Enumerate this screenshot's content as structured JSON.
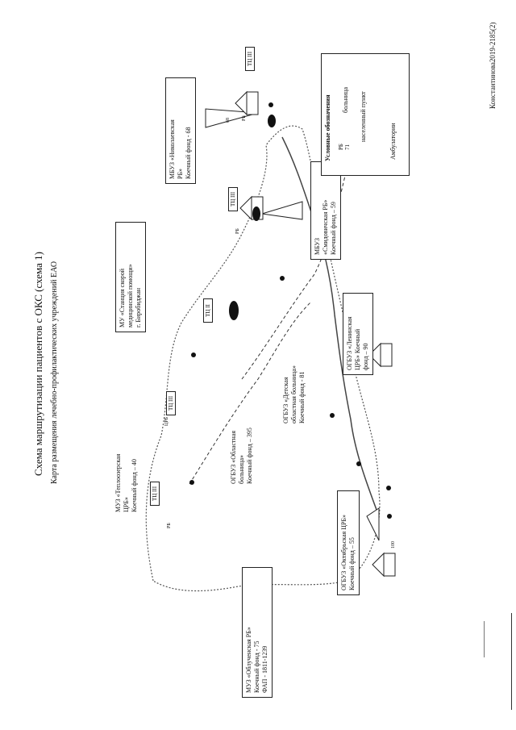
{
  "page": {
    "title": "Схема маршрутизации пациентов с ОКС (схема 1)",
    "subtitle": "Карта размещения лечебно-профилактических учреждений ЕАО",
    "doc_ref": "Константинова2019-2185(2)"
  },
  "legend": {
    "heading": "Условные обозначения",
    "rb_code": "РБ",
    "rb_number": "71",
    "hospital": "больница",
    "settlement": "населенный пункт",
    "ambulatory": "Амбулатории"
  },
  "facilities": {
    "nikolaevskaya": [
      "МБУЗ «Николаевская",
      "РБ»",
      "Коечный фонд - 68"
    ],
    "smidovichskaya": [
      "МБУЗ",
      "«Смидовичская РБ»",
      "Коечный фонд – 59"
    ],
    "ambulance": [
      "МУ «Станция скорой",
      "медицинской помощи»",
      "г. Биробиджан"
    ],
    "leninskaya": [
      "ОГБУЗ «Ленинская",
      "ЦРБ» Коечный",
      "фонд – 90"
    ],
    "detskaya": [
      "ОГБУЗ «Детская",
      "областная больница»",
      "Коечный фонд - 81"
    ],
    "oblastnaya": [
      "ОГБУЗ «Областная",
      "больница»",
      "Коечный фонд – 395"
    ],
    "teploozerskaya": [
      "МУЗ «Теплоозерская",
      "ЦРБ»",
      "Коечный фонд – 40"
    ],
    "obluchenskaya": [
      "МУЗ «Облученская РБ»",
      "Коечный фонд - 75",
      "ФАП - 1811-1239"
    ],
    "oktyabrskaya": [
      "ОГБУЗ «Октябрьская ЦРБ»",
      "Коечный фонд – 55"
    ]
  },
  "map_labels": {
    "tc": "ТЦ III",
    "tc2": "ТЦ II",
    "rb": "РБ",
    "crb": "ЦРБ",
    "num_68": "68",
    "num_59": "59",
    "num_40": "40",
    "num_100": "100"
  }
}
